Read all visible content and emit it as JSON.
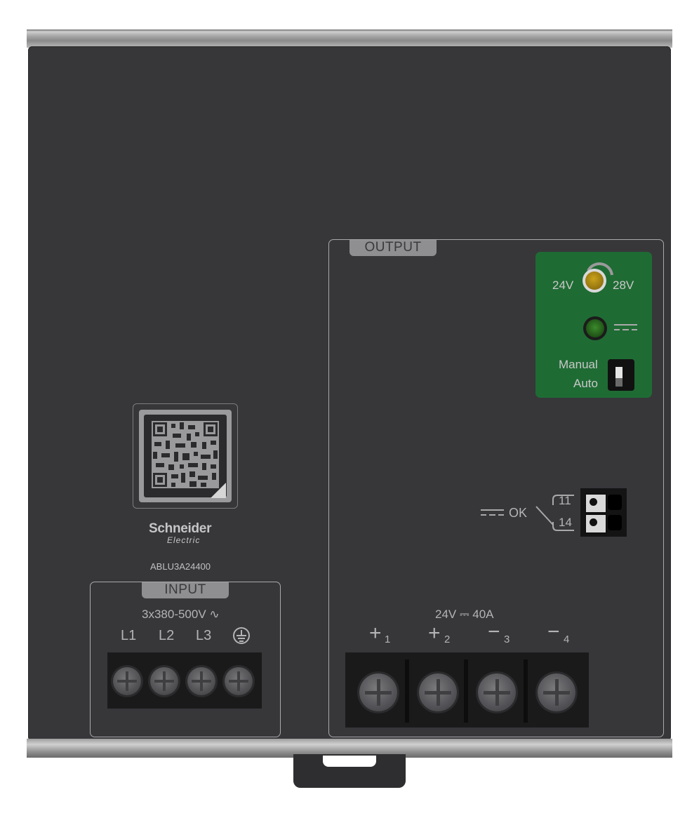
{
  "device": {
    "brand_line1": "Schneider",
    "brand_line2": "Electric",
    "model": "ABLU3A24400"
  },
  "input": {
    "tab_label": "INPUT",
    "rating": "3x380-500V ∿",
    "terminals": [
      "L1",
      "L2",
      "L3",
      "⏚"
    ]
  },
  "output": {
    "tab_label": "OUTPUT",
    "rating": "24V ⎓ 40A",
    "terminals": [
      {
        "sign": "+",
        "index": "1"
      },
      {
        "sign": "+",
        "index": "2"
      },
      {
        "sign": "−",
        "index": "3"
      },
      {
        "sign": "−",
        "index": "4"
      }
    ],
    "adjust_min": "24V",
    "adjust_max": "28V",
    "dc_led_symbol": "⎓",
    "mode_manual": "Manual",
    "mode_auto": "Auto",
    "ok_label": "⎓ OK",
    "relay_contacts": [
      "11",
      "14"
    ]
  },
  "colors": {
    "housing": "#37373a",
    "status_panel": "#1f6b34",
    "label_text": "#b4b4b6",
    "tab_fill": "#8f8f92"
  }
}
